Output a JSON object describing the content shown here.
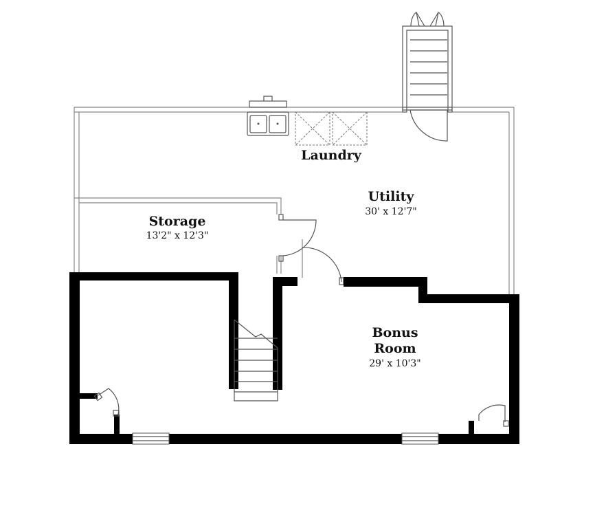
{
  "rooms": {
    "laundry": {
      "name": "Laundry"
    },
    "utility": {
      "name": "Utility",
      "dims": "30' x 12'7\""
    },
    "storage": {
      "name": "Storage",
      "dims": "13'2\" x 12'3\""
    },
    "bonus": {
      "name_line1": "Bonus",
      "name_line2": "Room",
      "dims": "29' x 10'3\""
    }
  }
}
